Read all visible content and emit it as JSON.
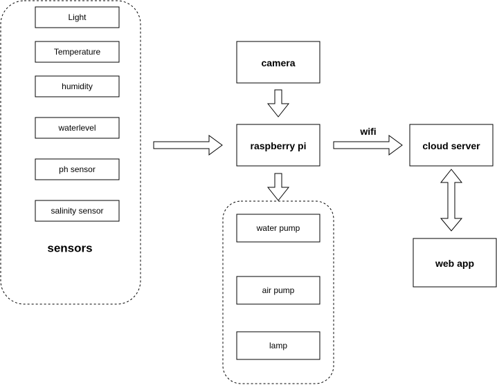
{
  "groups": {
    "sensors": {
      "label": "sensors",
      "items": [
        "Light",
        "Temperature",
        "humidity",
        "waterlevel",
        "ph sensor",
        "salinity sensor"
      ]
    },
    "actuators": {
      "items": [
        "water pump",
        "air pump",
        "lamp"
      ]
    }
  },
  "nodes": {
    "camera": "camera",
    "raspberry_pi": "raspberry pi",
    "cloud_server": "cloud server",
    "web_app": "web app"
  },
  "connections": {
    "wifi_label": "wifi"
  }
}
